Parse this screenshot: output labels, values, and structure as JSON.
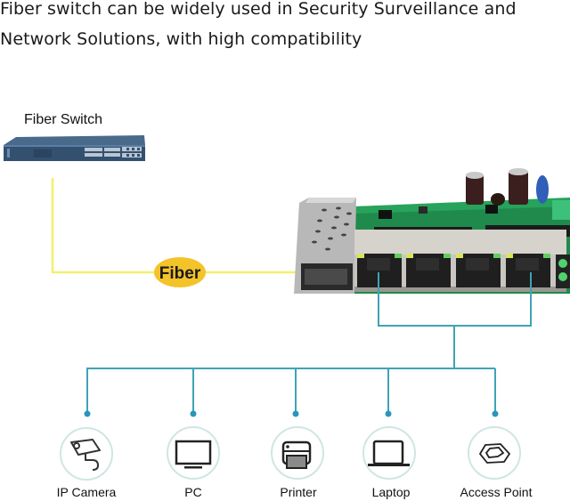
{
  "headline": {
    "line1": "Fiber switch can be widely used in Security Surveillance and",
    "line2": "Network Solutions, with high compatibility"
  },
  "fiber_switch": {
    "label": "Fiber Switch",
    "icon": "rack-switch-icon"
  },
  "fiber_link": {
    "label": "Fiber",
    "line_color": "#f2f06a",
    "badge_color": "#f4c32a"
  },
  "board": {
    "icon": "switch-board-icon",
    "rj45_ports": 4,
    "sfp_ports": 1
  },
  "network_line_color": "#3fa3b5",
  "devices": [
    {
      "label": "IP Camera",
      "icon": "ip-camera-icon"
    },
    {
      "label": "PC",
      "icon": "monitor-icon"
    },
    {
      "label": "Printer",
      "icon": "printer-icon"
    },
    {
      "label": "Laptop",
      "icon": "laptop-icon"
    },
    {
      "label": "Access Point",
      "icon": "access-point-icon"
    }
  ]
}
